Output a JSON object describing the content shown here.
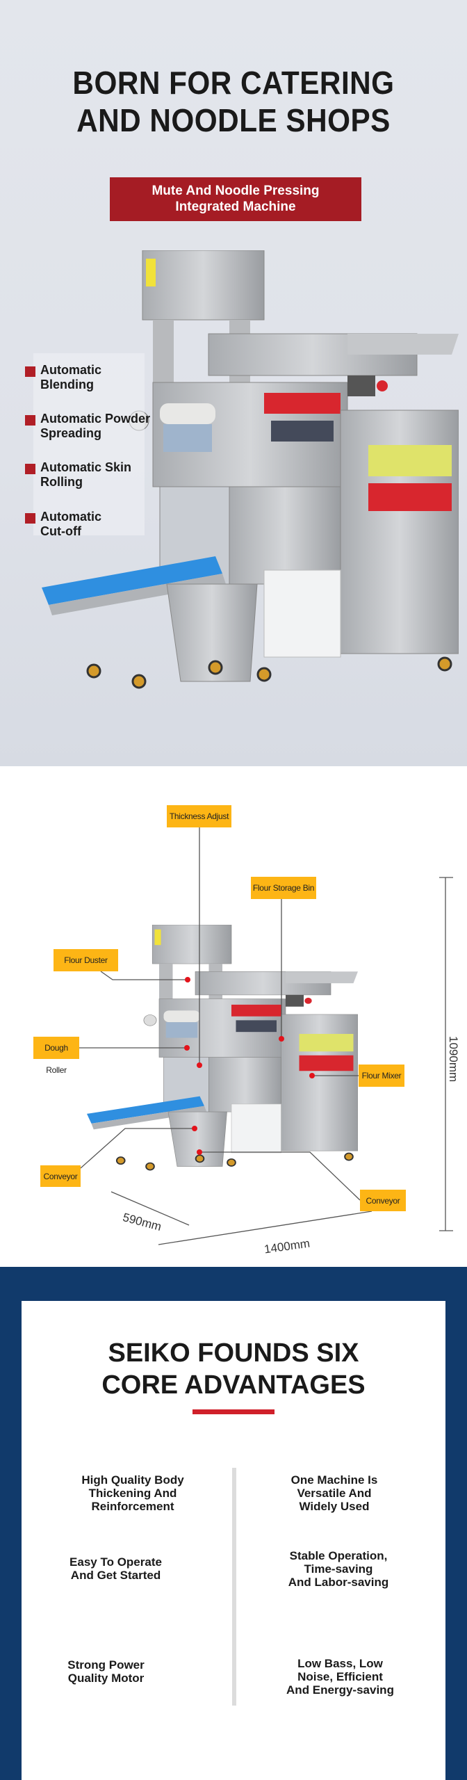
{
  "hero": {
    "title_line1": "BORN FOR CATERING",
    "title_line2": "AND NOODLE SHOPS",
    "subtitle_line1": "Mute And Noodle Pressing",
    "subtitle_line2": "Integrated Machine",
    "features": [
      {
        "line1": "Automatic",
        "line2": "Blending"
      },
      {
        "line1": "Automatic Powder",
        "line2": "Spreading"
      },
      {
        "line1": "Automatic Skin",
        "line2": "Rolling"
      },
      {
        "line1": "Automatic",
        "line2": "Cut-off"
      }
    ]
  },
  "diagram": {
    "labels": {
      "thickness_adjust": "Thickness Adjust",
      "flour_storage_bin": "Flour Storage Bin",
      "flour_duster": "Flour Duster",
      "dough_roller": "Dough Roller",
      "flour_mixer": "Flour Mixer",
      "conveyor_left": "Conveyor",
      "conveyor_right": "Conveyor"
    },
    "dimensions": {
      "height": "1090mm",
      "depth": "590mm",
      "width": "1400mm"
    }
  },
  "advantages": {
    "title_line1": "SEIKO FOUNDS SIX",
    "title_line2": "CORE ADVANTAGES",
    "left": [
      "High Quality Body\nThickening And\nReinforcement",
      "Easy To Operate\nAnd Get Started",
      "Strong Power\nQuality Motor"
    ],
    "right": [
      "One Machine Is\nVersatile And\nWidely Used",
      "Stable Operation,\nTime-saving\nAnd Labor-saving",
      "Low Bass, Low\nNoise, Efficient\nAnd Energy-saving"
    ]
  },
  "colors": {
    "accent_red": "#a51c24",
    "navy": "#113a6b",
    "tag_yellow": "#fdb515",
    "conveyor_blue": "#2f8fe0"
  }
}
